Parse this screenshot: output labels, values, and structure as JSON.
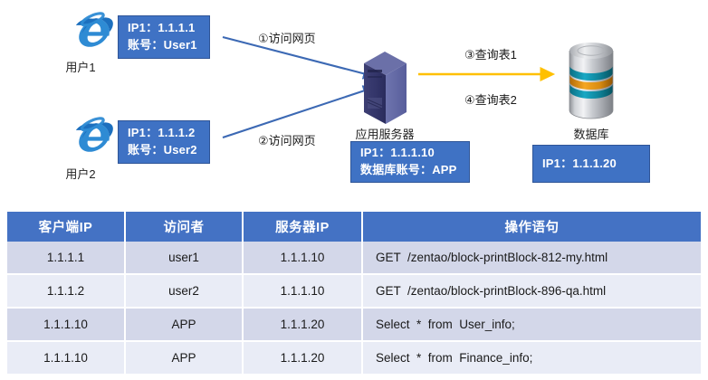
{
  "diagram": {
    "clients": [
      {
        "icon": "internet-explorer-icon",
        "caption": "用户1",
        "box_lines": [
          "IP1：1.1.1.1",
          "账号：User1"
        ]
      },
      {
        "icon": "internet-explorer-icon",
        "caption": "用户2",
        "box_lines": [
          "IP1：1.1.1.2",
          "账号：User2"
        ]
      }
    ],
    "server": {
      "icon": "application-server-icon",
      "caption": "应用服务器",
      "box_lines": [
        "IP1：1.1.1.10",
        "数据库账号：APP"
      ]
    },
    "database": {
      "icon": "database-cylinder-icon",
      "caption": "数据库",
      "box_lines": [
        "IP1：1.1.1.20"
      ]
    },
    "flows": [
      {
        "id": "flow-1",
        "label": "①访问网页",
        "color": "#3C69B4"
      },
      {
        "id": "flow-2",
        "label": "②访问网页",
        "color": "#3C69B4"
      },
      {
        "id": "flow-3",
        "label": "③查询表1",
        "color": "#FFC000"
      },
      {
        "id": "flow-4",
        "label": "④查询表2",
        "color": "#FFC000"
      }
    ]
  },
  "table": {
    "headers": [
      "客户端IP",
      "访问者",
      "服务器IP",
      "操作语句"
    ],
    "rows": [
      {
        "client_ip": "1.1.1.1",
        "visitor": "user1",
        "server_ip": "1.1.1.10",
        "statement": "GET  /zentao/block-printBlock-812-my.html"
      },
      {
        "client_ip": "1.1.1.2",
        "visitor": "user2",
        "server_ip": "1.1.1.10",
        "statement": "GET  /zentao/block-printBlock-896-qa.html"
      },
      {
        "client_ip": "1.1.1.10",
        "visitor": "APP",
        "server_ip": "1.1.1.20",
        "statement": "Select  *  from  User_info;"
      },
      {
        "client_ip": "1.1.1.10",
        "visitor": "APP",
        "server_ip": "1.1.1.20",
        "statement": "Select  *  from  Finance_info;"
      }
    ]
  },
  "colors": {
    "header_blue": "#4472C4",
    "box_blue": "#3F72C4",
    "box_border": "#2F5597",
    "arrow_blue": "#3C69B4",
    "arrow_orange": "#FFC000",
    "row_odd": "#D3D7E9",
    "row_even": "#E9ECF6"
  }
}
